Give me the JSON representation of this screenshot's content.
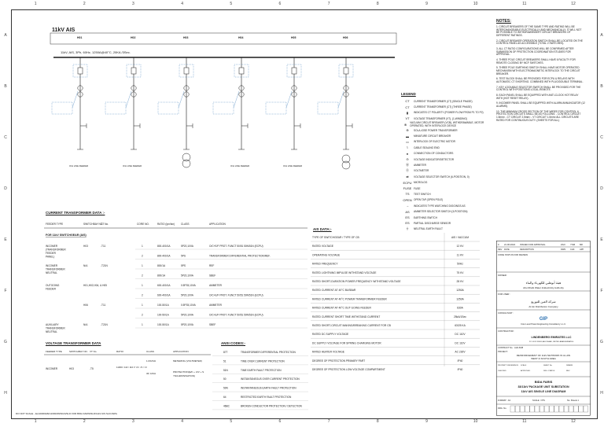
{
  "title": "11kV AIS",
  "busbar": "11kV, AIS, 3Ph, 60Hz, 1250A@40°C, 20KA /3Sec.",
  "grid_columns": [
    "1",
    "2",
    "3",
    "4",
    "5",
    "6",
    "7",
    "8",
    "9",
    "10",
    "11",
    "12"
  ],
  "grid_rows": [
    "A",
    "B",
    "C",
    "D",
    "E",
    "F",
    "G",
    "H"
  ],
  "panels": [
    {
      "id": "H01",
      "feeder": "O/H LINE FEEDER"
    },
    {
      "id": "H02",
      "feeder": "O/H LINE FEEDER"
    },
    {
      "id": "H03",
      "feeder": ""
    },
    {
      "id": "H04",
      "feeder": "O/H LINE FEEDER"
    },
    {
      "id": "H05",
      "feeder": "O/H LINE FEEDER"
    },
    {
      "id": "H06",
      "feeder": ""
    }
  ],
  "ct": {
    "heading": "CURRENT TRANSFORMER DATA :-",
    "columns": [
      "FEEDER TYPE",
      "SWITCHBAY NO.",
      "CT No.",
      "CORE NO.",
      "RATIO (Ipn/Isn)",
      "CLASS",
      "APPLICATION"
    ],
    "section": "FOR 11kV SWITCHGEAR (AIS)",
    "rows": [
      {
        "feeder": "INCOMER (TRANSFORMER FEEDER PANEL)",
        "bay": "H03",
        "ct": "-T11",
        "core": "1",
        "ratio": "800-400/1A",
        "cls": "5P20,10VA",
        "app": "O/C+E/F PROT. FUNCT 50/51 50N/51N (ECPU)"
      },
      {
        "feeder": "",
        "bay": "",
        "ct": "",
        "core": "2",
        "ratio": "800-400/1A",
        "cls": "5PS",
        "app": "TRANSFORMER DIFFERENTIAL PROTECTION/REF."
      },
      {
        "feeder": "INCOMER TRANSFORMER NEUTRAL",
        "bay": "N/A",
        "ct": "-T21N",
        "core": "1",
        "ratio": "800/1A",
        "cls": "5PS",
        "app": "REF"
      },
      {
        "feeder": "",
        "bay": "",
        "ct": "",
        "core": "2",
        "ratio": "800/1A",
        "cls": "5P20,10VA",
        "app": "SBEF"
      },
      {
        "feeder": "OUTGOING FEEDER",
        "bay": "H01,H02,H04, & H05",
        "ct": "",
        "core": "1",
        "ratio": "600-400/1A",
        "cls": "0.5FS5,10VA",
        "app": "AMMETER"
      },
      {
        "feeder": "",
        "bay": "",
        "ct": "",
        "core": "2",
        "ratio": "600-400/1A",
        "cls": "5P20,10VA",
        "app": "O/C+E/F PROT. FUNCT 50/51 50N/51N (ECPU)"
      },
      {
        "feeder": "",
        "bay": "H06",
        "ct": "-T11",
        "core": "1",
        "ratio": "100-50/1A",
        "cls": "0.5FS5,10VA",
        "app": "AMMETER"
      },
      {
        "feeder": "",
        "bay": "",
        "ct": "",
        "core": "2",
        "ratio": "100-50/1A",
        "cls": "5P20,10VA",
        "app": "O/C+E/F PROT. FUNCT 50/51 50N/51N (ECPU)"
      },
      {
        "feeder": "AUXILIARY TRANSFORMER NEUTRAL",
        "bay": "N/A",
        "ct": "-T21N",
        "core": "1",
        "ratio": "100-50/1A",
        "cls": "5P20,10VA",
        "app": "SBEF"
      }
    ]
  },
  "vt": {
    "heading": "VOLTAGE TRANSFORMER DATA",
    "columns": [
      "FEEDER TYPE",
      "SWITCHBAY NO.",
      "VT No.",
      "RATIO",
      "CLASS",
      "APPLICATION"
    ],
    "rows": [
      {
        "feeder": "INCOMER",
        "bay": "H03",
        "vt": "-T5",
        "ratio": "11000 / 110 / 110 V  √3 / √3 / √3",
        "cls1": "1.0/10VA",
        "app1": "METERING (VOLTMETER)",
        "cls2": "3P, 10VA",
        "app2": "PROTECTION(E/F + U/V + SYNCHRONISATION)"
      }
    ]
  },
  "ansi": {
    "heading": "ANSI CODES:-",
    "rows": [
      {
        "code": "87T",
        "desc": "TRANSFORMER DIFFERENTIAL PROTECTION"
      },
      {
        "code": "51",
        "desc": "TIME OVER CURRENT PROTECTION"
      },
      {
        "code": "51N",
        "desc": "TIME EARTH FAULT PROTECTION"
      },
      {
        "code": "50",
        "desc": "INSTANTANEOUS OVER CURRENT PROTECTION"
      },
      {
        "code": "50N",
        "desc": "INSTANTANEOUS EARTH FAULT PROTECTION"
      },
      {
        "code": "64",
        "desc": "RESTRICTED EARTH FAULT PROTECTION"
      },
      {
        "code": "46BC",
        "desc": "BROKEN CONDUCTOR PROTECTION / DETECTION"
      }
    ]
  },
  "ais": {
    "heading": "AIS DATA:-",
    "header": {
      "desc": "TYPE OF SWITCHGEAR / TYPE OF CB",
      "value": "AIS / VACCUM"
    },
    "rows": [
      {
        "desc": "RATED VOLTAGE",
        "value": "12 KV"
      },
      {
        "desc": "OPERATING VOLTAGE",
        "value": "11 KV"
      },
      {
        "desc": "RATED FREQUENCY",
        "value": "50Hz"
      },
      {
        "desc": "RATED LIGHTNING IMPULSE WITHSTAND VOLTAGE",
        "value": "75 KV"
      },
      {
        "desc": "RATED SHORT-DURATION POWER-FREQUENCY WITHSTAND VOLTAGE",
        "value": "28 KV"
      },
      {
        "desc": "RATED CURRENT AT 40°C BUSBAR",
        "value": "1250A"
      },
      {
        "desc": "RATED CURRENT AT 40°C POWER TRANSFORMER FEEDER",
        "value": "1250A"
      },
      {
        "desc": "RATED CURRENT AT 40°C OUT GOING FEEDER",
        "value": "630A"
      },
      {
        "desc": "RATED CURRENT SHORT TIME WITHSTAND CURRENT",
        "value": "25kA/1Sec"
      },
      {
        "desc": "RATED SHORT-CIRCUIT MAKING/BREAKING CURRENT FOR CB",
        "value": "63/25 KA"
      },
      {
        "desc": "RATED DC SUPPLY VOLTAGE",
        "value": "DC 110V"
      },
      {
        "desc": "DC SUPPLY VOLTAGE FOR SPRING CHARGING MOTOR",
        "value": "DC 110V"
      },
      {
        "desc": "RATED HEATER VOLTAGE",
        "value": "AC 230V"
      },
      {
        "desc": "DEGREE OF PROTECTION PRIMARY PART",
        "value": "IP40"
      },
      {
        "desc": "DEGREE OF PROTECTION LOW VOLTAGE COMPARTMENT",
        "value": "IP40"
      }
    ]
  },
  "legend": {
    "heading": "LEGEND",
    "items": [
      {
        "sym": "CT",
        "text": "CURRENT TRANSFORMER (CT) (SINGLE PHASE)"
      },
      {
        "sym": "CT",
        "text": "CURRENT TRANSFORMER (CT) (THREE PHASE)"
      },
      {
        "sym": "▮",
        "text": "INDICATES CT POLARITY (POWER FLOW FROM P1 TO P2)"
      },
      {
        "sym": "VT",
        "text": "VOLTAGE TRANSFORMER (VT), (1-WINDING)"
      },
      {
        "sym": "⊗",
        "text": "VACUUM CIRCUIT BREAKER (VCB), WITHDRAWABLE, MOTOR OPERATED, WITH INTERLOCK DEVICE"
      },
      {
        "sym": "⊕",
        "text": "SOLA-IOSE POWER TRANSFORMER"
      },
      {
        "sym": "▬",
        "text": "MINIATURE CIRCUIT BREAKER"
      },
      {
        "sym": "▭",
        "text": "INTERLOCK OF ELECTRIC MOTOR"
      },
      {
        "sym": "⌇",
        "text": "CABLE SEALING END"
      },
      {
        "sym": "●",
        "text": "CONNECTION OF CONDUCTORS"
      },
      {
        "sym": "⊖",
        "text": "VOLTAGE INDICATOR/DETECTOR"
      },
      {
        "sym": "Ⓐ",
        "text": "AMMETER"
      },
      {
        "sym": "Ⓥ",
        "text": "VOLTMETER"
      },
      {
        "sym": "⇄",
        "text": "VOLTAGE SELECTOR SWITCH (6-POSITION, 0)"
      },
      {
        "sym": "ECPU",
        "text": "MICROLOG"
      },
      {
        "sym": "FUSE",
        "text": "FUSE"
      },
      {
        "sym": "TS",
        "text": "TEST SWITCH"
      },
      {
        "sym": "OPEN",
        "text": "OPEN TAP (OPEN POLE)"
      },
      {
        "sym": "→",
        "text": "INDICATES TYPE WATCHING DIGGINGS AS"
      },
      {
        "sym": "AS",
        "text": "AMMETER SELECTOR SWITCH (3-POSITION)"
      },
      {
        "sym": "ES",
        "text": "EARTHING SWITCH"
      },
      {
        "sym": "ES",
        "text": "PARTIAL DISCHARGE SENSOR"
      },
      {
        "sym": "⏚",
        "text": "NEUTRAL EARTH FAULT"
      }
    ]
  },
  "notes": {
    "heading": "NOTES:",
    "items": [
      "1. CIRCUIT BREAKERS OF THE SAME TYPE AND RATING WILL BE INTERCHANGEABLE ELECTRICALLY AND MECHANICALLY. IT WILL NOT BE POSSIBLE TO WITHDRAW/INSERT CIRCUIT BREAKERS OF DIFFERENT RATINGS.",
      "2. CIRCUIT BREAKER OPERATION SWITCH SHALL BE LOCATED ON THE CONTROL PANEL AS ACCESSIBLE (TOTAL 2 SWITCHES).",
      "3. ALL CT RATIO CONFIGURATIONS WILL BE CONFIRMED AFTER SUBMISSION OF PROTECTION COORDINATION STUDIES FOR APPROVAL.",
      "4. THREE POLE CIRCUIT BREAKERS SHALL HAVE 6 FACILITY FOR REMOTE CLOSING BY MCF SWITCHES.",
      "5. THREE POLE EARTHING SWITCH SHALL HAVE MOTOR OPERATED MECHANISM WITH ELECTROMAGNETIC INTERLOCK TO THE CIRCUIT BREAKER.",
      "6. TEST BLOCK SHALL BE PROVIDED FOR ECPU & RELAYS WITH AUTOMATIC CT SHORTING. COMBINED WITH PLUG/DOUBLE TERMINAL.",
      "7. KEY LOCKABLE SELECTOR SWITCH SHALL BE PROVIDED FOR THE CONTROL WITH POSITIONS LOCAL-REMOTE.",
      "8. EACH PANEL SHALL BE EQUIPPED WITH ANTI-CLOCK HOT RELAY WITH (HOT RESET RELAY).",
      "9. INCOMER PANEL SHALL BE EQUIPPED WITH ALARM ANNUNCIATOR (12 ALARMS).",
      "10. THE MINIMUM CROSS SECTION OF THE WIRES FOR CONTROL & PROTECTION CIRCUITS SHALL BE AS FOLLOWS: - CONTROL CIRCUIT 1.5mm² - CT CIRCUIT 2.5mm² - VT CIRCUIT 1.5mm² ALL CIRCUITS ARE RATED FOR CONTINUOUS DUTY. (SHEETS FOR ALL)"
    ]
  },
  "title_block": {
    "rev_cols": [
      "REV",
      "DATE",
      "DESCRIPTION",
      "DWN",
      "CHK",
      "APP"
    ],
    "rev_row": {
      "rev": "0",
      "date": "21.06.2024",
      "desc": "ISSUED FOR APPROVAL",
      "dwn": "ZAO",
      "chk": "YSM",
      "app": "MK"
    },
    "code_label": "CODE STATUS FOR REVIEW",
    "owner_label": "OWNER :",
    "owner_ar": "هيئة أبوظبي للكهرباء والماء",
    "owner_en": "Abu Dhabi Water & Electricity Authority",
    "for_label": "FOR USER :",
    "user_ar": "شركة العين للتوزيع",
    "user_en": "Al Ain Distribution Company",
    "consultant_label": "CONSULTANT :",
    "consultant_logo": "GIP",
    "consultant": "Core Level Power Engineering Consultancy L.L.C.",
    "contractor_label": "CONTRACTOR :",
    "contractor": "LINDENBERG EMIRATES LLC",
    "contractor_sub": "P.O. BOX 30563, ABU DHABI, UNITED ARAB EMIRATES",
    "contract_no_label": "CONTRACT No. : ALD-8/48",
    "project_label": "PROJECT:",
    "project": "REINFORCEMENT OF 11kV NETWORK IN AL AIN WEST & SOUTH AREA",
    "fields": [
      "PROPERTY REFERENCE",
      "SCALE",
      "SHEET No.",
      "DRAWN",
      "CHECKED",
      "APPROVED",
      "DRG. STATUS",
      "REV."
    ],
    "drawing_title_1": "BIDA FARIS",
    "drawing_title_2": "33/11kV PACKAGE UNIT SUBSTATION",
    "drawing_title_3": "11kV AIS SINGLE LINE DIAGRAM",
    "format_label": "FORMAT : A3",
    "drg_no_label": "DRG. No.",
    "sheet_label": "No. Sheets 1",
    "scale_label": "SCALE : NTS"
  },
  "footer": "DO NOT SCALE - ELAD0002/E/11/DRAWINGS/SLD FOR BIDA FARIS/SLD/11kV AIS SLD.DWG"
}
